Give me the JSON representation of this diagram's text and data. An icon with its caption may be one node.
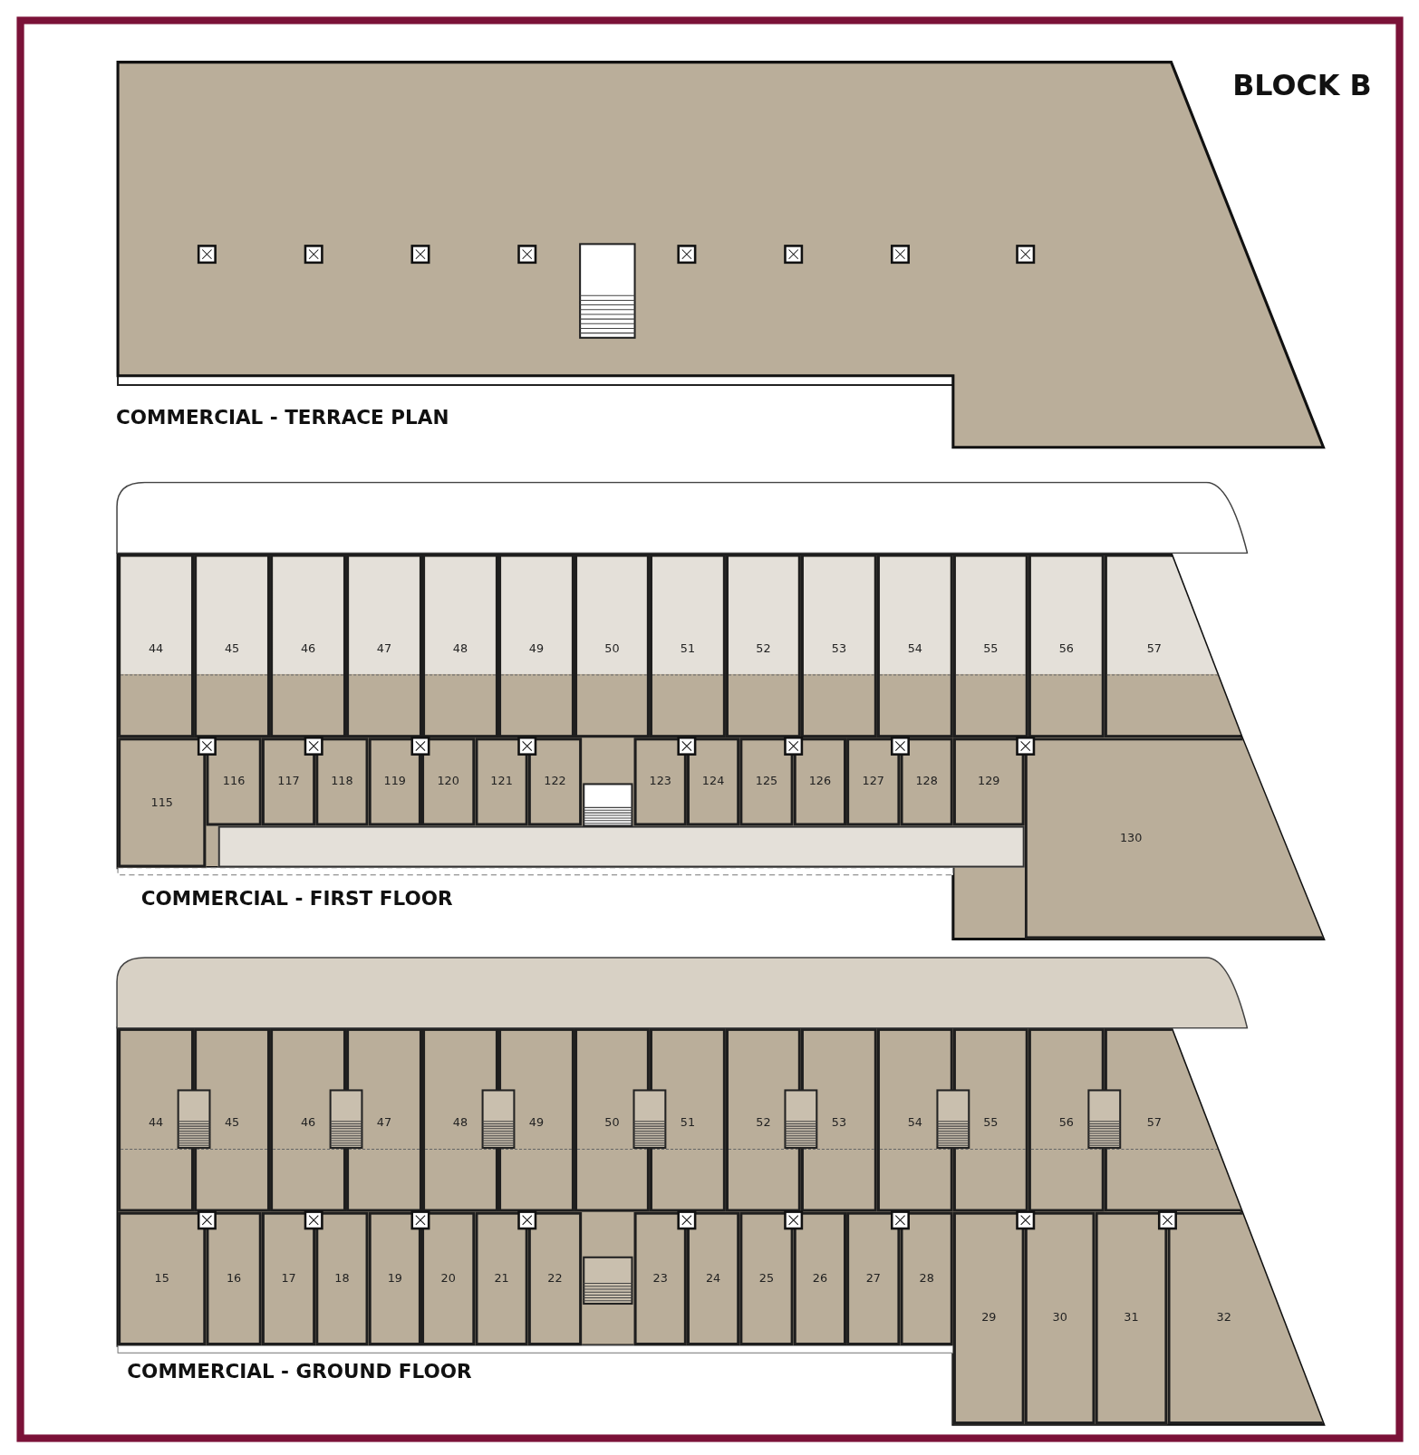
{
  "diagram": {
    "title": "BLOCK B",
    "nodes": [
      {
        "text": [
          "COMMERCIAL - TERRACE PLAN"
        ]
      },
      {
        "text": [
          "COMMERCIAL - FIRST FLOOR"
        ]
      },
      {
        "text": [
          "44"
        ],
        "in": 1
      },
      {
        "text": [
          "45"
        ],
        "in": 1
      },
      {
        "text": [
          "46"
        ],
        "in": 1
      },
      {
        "text": [
          "47"
        ],
        "in": 1
      },
      {
        "text": [
          "48"
        ],
        "in": 1
      },
      {
        "text": [
          "49"
        ],
        "in": 1
      },
      {
        "text": [
          "50"
        ],
        "in": 1
      },
      {
        "text": [
          "51"
        ],
        "in": 1
      },
      {
        "text": [
          "52"
        ],
        "in": 1
      },
      {
        "text": [
          "53"
        ],
        "in": 1
      },
      {
        "text": [
          "54"
        ],
        "in": 1
      },
      {
        "text": [
          "55"
        ],
        "in": 1
      },
      {
        "text": [
          "56"
        ],
        "in": 1
      },
      {
        "text": [
          "57"
        ],
        "in": 1
      },
      {
        "text": [
          "115"
        ],
        "in": 1
      },
      {
        "text": [
          "116"
        ],
        "in": 1
      },
      {
        "text": [
          "117"
        ],
        "in": 1
      },
      {
        "text": [
          "118"
        ],
        "in": 1
      },
      {
        "text": [
          "119"
        ],
        "in": 1
      },
      {
        "text": [
          "120"
        ],
        "in": 1
      },
      {
        "text": [
          "121"
        ],
        "in": 1
      },
      {
        "text": [
          "122"
        ],
        "in": 1
      },
      {
        "text": [
          "123"
        ],
        "in": 1
      },
      {
        "text": [
          "124"
        ],
        "in": 1
      },
      {
        "text": [
          "125"
        ],
        "in": 1
      },
      {
        "text": [
          "126"
        ],
        "in": 1
      },
      {
        "text": [
          "127"
        ],
        "in": 1
      },
      {
        "text": [
          "128"
        ],
        "in": 1
      },
      {
        "text": [
          "129"
        ],
        "in": 1
      },
      {
        "text": [
          "130"
        ],
        "in": 1
      },
      {
        "text": [
          "COMMERCIAL - GROUND FLOOR"
        ]
      },
      {
        "text": [
          "44"
        ],
        "in": 32
      },
      {
        "text": [
          "45"
        ],
        "in": 32
      },
      {
        "text": [
          "46"
        ],
        "in": 32
      },
      {
        "text": [
          "47"
        ],
        "in": 32
      },
      {
        "text": [
          "48"
        ],
        "in": 32
      },
      {
        "text": [
          "49"
        ],
        "in": 32
      },
      {
        "text": [
          "50"
        ],
        "in": 32
      },
      {
        "text": [
          "51"
        ],
        "in": 32
      },
      {
        "text": [
          "52"
        ],
        "in": 32
      },
      {
        "text": [
          "53"
        ],
        "in": 32
      },
      {
        "text": [
          "54"
        ],
        "in": 32
      },
      {
        "text": [
          "55"
        ],
        "in": 32
      },
      {
        "text": [
          "56"
        ],
        "in": 32
      },
      {
        "text": [
          "57"
        ],
        "in": 32
      },
      {
        "text": [
          "15"
        ],
        "in": 32
      },
      {
        "text": [
          "16"
        ],
        "in": 32
      },
      {
        "text": [
          "17"
        ],
        "in": 32
      },
      {
        "text": [
          "18"
        ],
        "in": 32
      },
      {
        "text": [
          "19"
        ],
        "in": 32
      },
      {
        "text": [
          "20"
        ],
        "in": 32
      },
      {
        "text": [
          "21"
        ],
        "in": 32
      },
      {
        "text": [
          "22"
        ],
        "in": 32
      },
      {
        "text": [
          "23"
        ],
        "in": 32
      },
      {
        "text": [
          "24"
        ],
        "in": 32
      },
      {
        "text": [
          "25"
        ],
        "in": 32
      },
      {
        "text": [
          "26"
        ],
        "in": 32
      },
      {
        "text": [
          "27"
        ],
        "in": 32
      },
      {
        "text": [
          "28"
        ],
        "in": 32
      },
      {
        "text": [
          "29"
        ],
        "in": 32
      },
      {
        "text": [
          "30"
        ],
        "in": 32
      },
      {
        "text": [
          "31"
        ],
        "in": 32
      },
      {
        "text": [
          "32"
        ],
        "in": 32
      },
      {
        "text": [],
        "shape": "band"
      },
      {
        "text": [],
        "shape": "box",
        "in": 1
      },
      {
        "text": [],
        "shape": "band"
      }
    ]
  }
}
